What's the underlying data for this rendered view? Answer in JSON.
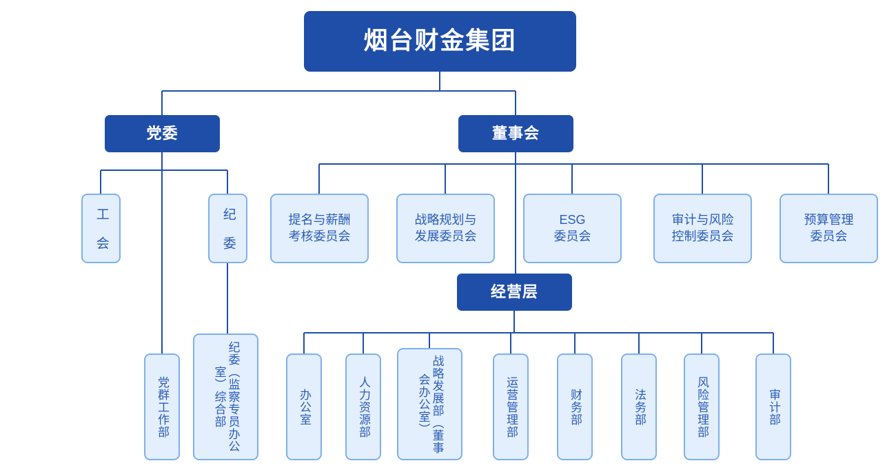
{
  "chart_meta": {
    "type": "org-chart",
    "title": "烟台财金集团",
    "orientation": "top-down",
    "colors": {
      "primary_fill": "#1f4ea8",
      "primary_text": "#ffffff",
      "secondary_fill": "#e3effd",
      "secondary_border": "#7eb0ec",
      "secondary_text": "#2b5cb5",
      "connector": "#1f4ea8",
      "background": "#ffffff"
    }
  },
  "root": {
    "label": "烟台财金集团"
  },
  "level2": {
    "party": {
      "label": "党委"
    },
    "board": {
      "label": "董事会"
    }
  },
  "party_children": [
    {
      "label": "工\n会"
    },
    {
      "label": "纪\n委"
    }
  ],
  "party_departments": [
    {
      "label": "党群工作部"
    },
    {
      "label": "纪委（监察专员办公室）综合部"
    }
  ],
  "board_committees": [
    {
      "label": "提名与薪酬\n考核委员会"
    },
    {
      "label": "战略规划与\n发展委员会"
    },
    {
      "label": "ESG\n委员会"
    },
    {
      "label": "审计与风险\n控制委员会"
    },
    {
      "label": "预算管理\n委员会"
    }
  ],
  "management": {
    "label": "经营层"
  },
  "management_departments": [
    {
      "label": "办公室"
    },
    {
      "label": "人力资源部"
    },
    {
      "label": "战略发展部（董事会办公室）"
    },
    {
      "label": "运营管理部"
    },
    {
      "label": "财务部"
    },
    {
      "label": "法务部"
    },
    {
      "label": "风险管理部"
    },
    {
      "label": "审计部"
    }
  ]
}
